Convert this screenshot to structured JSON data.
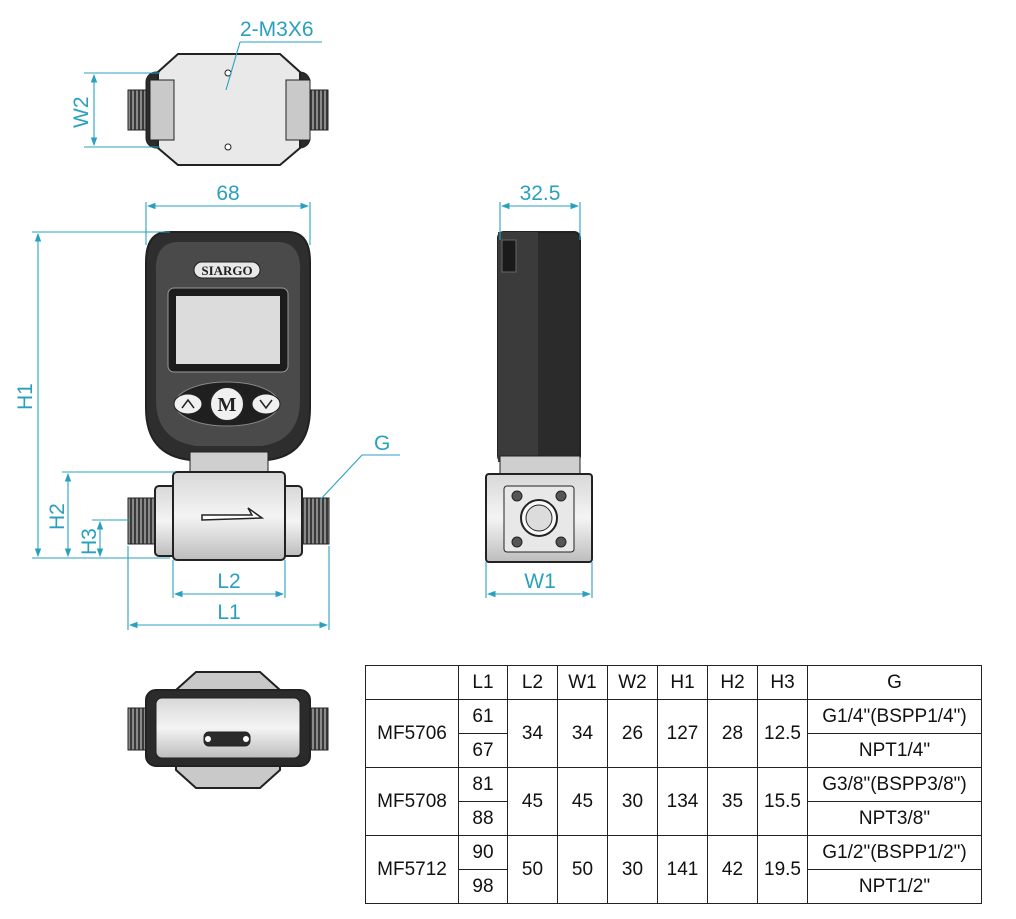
{
  "diagram": {
    "callouts": {
      "thread_holes": "2-M3X6",
      "width_68": "68",
      "depth_32_5": "32.5",
      "W2": "W2",
      "H1": "H1",
      "H2": "H2",
      "H3": "H3",
      "G": "G",
      "L1": "L1",
      "L2": "L2",
      "W1": "W1"
    },
    "brand_logo": "SIARGO",
    "button_center": "M"
  },
  "colors": {
    "dimension": "#2aa0bf",
    "body": "#2b2b2b",
    "body_light": "#c9c9c9"
  },
  "spec_table": {
    "headers": [
      "",
      "L1",
      "L2",
      "W1",
      "W2",
      "H1",
      "H2",
      "H3",
      "G"
    ],
    "models": [
      {
        "name": "MF5706",
        "L1": [
          "61",
          "67"
        ],
        "L2": "34",
        "W1": "34",
        "W2": "26",
        "H1": "127",
        "H2": "28",
        "H3": "12.5",
        "G": [
          "G1/4\"(BSPP1/4\")",
          "NPT1/4\""
        ]
      },
      {
        "name": "MF5708",
        "L1": [
          "81",
          "88"
        ],
        "L2": "45",
        "W1": "45",
        "W2": "30",
        "H1": "134",
        "H2": "35",
        "H3": "15.5",
        "G": [
          "G3/8\"(BSPP3/8\")",
          "NPT3/8\""
        ]
      },
      {
        "name": "MF5712",
        "L1": [
          "90",
          "98"
        ],
        "L2": "50",
        "W1": "50",
        "W2": "30",
        "H1": "141",
        "H2": "42",
        "H3": "19.5",
        "G": [
          "G1/2\"(BSPP1/2\")",
          "NPT1/2\""
        ]
      }
    ]
  }
}
